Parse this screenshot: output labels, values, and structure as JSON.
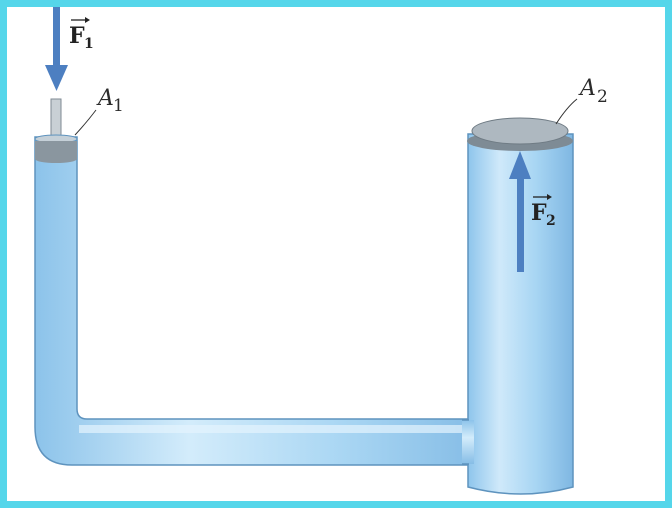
{
  "diagram": {
    "labels": {
      "force_in_main": "F",
      "force_in_sub": "1",
      "force_out_main": "F",
      "force_out_sub": "2",
      "area_small_main": "A",
      "area_small_sub": "1",
      "area_large_main": "A",
      "area_large_sub": "2"
    },
    "colors": {
      "border": "#55d6ea",
      "fluid": "#a9d6f3",
      "fluid_light": "#d3ecfb",
      "fluid_edge": "#5e93be",
      "piston": "#9aa5ad",
      "arrow": "#4d7fc1"
    }
  }
}
